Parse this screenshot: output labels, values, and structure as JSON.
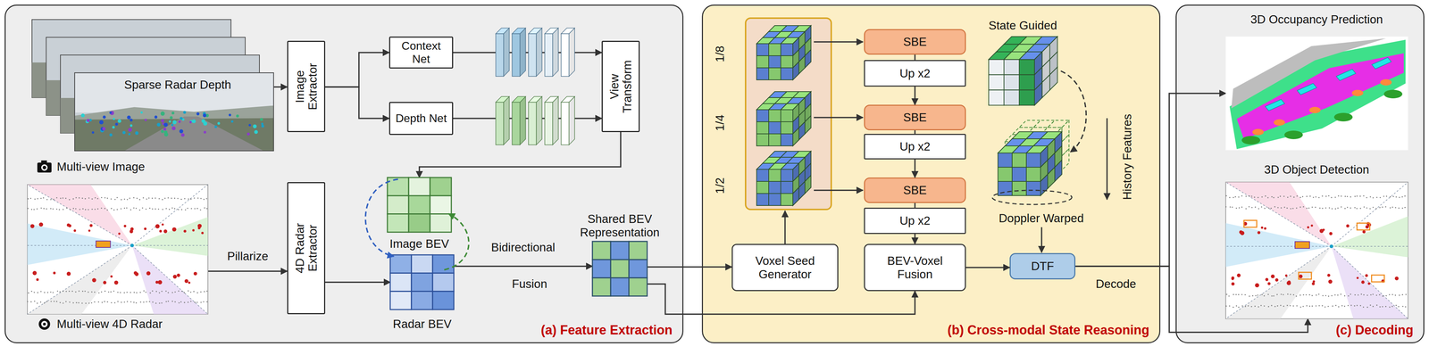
{
  "diagram": {
    "nodes": [
      {
        "text": [
          "(a) Feature Extraction"
        ]
      },
      {
        "text": [
          "Sparse Radar Depth",
          "Multi-view Image"
        ],
        "in": 0
      },
      {
        "text": [
          "Multi-view 4D Radar"
        ],
        "in": 0
      },
      {
        "text": [
          "Image Extractor"
        ],
        "in": 0
      },
      {
        "text": [
          "Context Net"
        ],
        "in": 0
      },
      {
        "text": [
          "Depth Net"
        ],
        "in": 0
      },
      {
        "text": [
          "View Transform"
        ],
        "in": 0
      },
      {
        "text": [
          "4D Radar Extractor"
        ],
        "in": 0
      },
      {
        "text": [
          "Image BEV"
        ],
        "in": 0
      },
      {
        "text": [
          "Radar BEV"
        ],
        "in": 0
      },
      {
        "text": [
          "Shared BEV Representation"
        ],
        "in": 0
      },
      {
        "text": [
          "(b) Cross-modal State Reasoning"
        ]
      },
      {
        "text": [
          "SBE"
        ],
        "in": 11
      },
      {
        "text": [
          "Up x2"
        ],
        "in": 11
      },
      {
        "text": [
          "SBE"
        ],
        "in": 11
      },
      {
        "text": [
          "Up x2"
        ],
        "in": 11
      },
      {
        "text": [
          "SBE"
        ],
        "in": 11
      },
      {
        "text": [
          "Up x2"
        ],
        "in": 11
      },
      {
        "text": [
          "Voxel Seed Generator"
        ],
        "in": 11
      },
      {
        "text": [
          "BEV-Voxel Fusion"
        ],
        "in": 11
      },
      {
        "text": [
          "DTF"
        ],
        "in": 11
      },
      {
        "text": [
          "(c) Decoding"
        ]
      },
      {
        "text": [
          "3D Occupancy Prediction"
        ],
        "in": 21
      },
      {
        "text": [
          "3D Object Detection"
        ],
        "in": 21
      }
    ],
    "edges": [
      {
        "from": 1,
        "to": 3,
        "arrow": "to"
      },
      {
        "from": 2,
        "to": 7,
        "arrow": "to"
      },
      {
        "from": 3,
        "to": 4,
        "arrow": "to"
      },
      {
        "from": 3,
        "to": 5,
        "arrow": "to"
      },
      {
        "from": 4,
        "to": 6,
        "arrow": "to"
      },
      {
        "from": 5,
        "to": 6,
        "arrow": "to"
      },
      {
        "from": 6,
        "to": 8,
        "arrow": "to"
      },
      {
        "from": 7,
        "to": 9,
        "arrow": "to"
      },
      {
        "from": 9,
        "to": 10,
        "arrow": "to"
      },
      {
        "from": 10,
        "to": 18,
        "arrow": "to"
      },
      {
        "from": 10,
        "to": 19,
        "arrow": "to"
      },
      {
        "from": 12,
        "to": 13,
        "arrow": "none"
      },
      {
        "from": 13,
        "to": 14,
        "arrow": "to"
      },
      {
        "from": 14,
        "to": 15,
        "arrow": "none"
      },
      {
        "from": 15,
        "to": 16,
        "arrow": "to"
      },
      {
        "from": 16,
        "to": 17,
        "arrow": "none"
      },
      {
        "from": 17,
        "to": 19,
        "arrow": "to"
      },
      {
        "from": 19,
        "to": 20,
        "arrow": "to"
      },
      {
        "from": 20,
        "to": 22,
        "arrow": "to"
      },
      {
        "from": 20,
        "to": 23,
        "arrow": "to"
      }
    ],
    "labels": [
      "Pillarize",
      "Bidirectional",
      "Fusion",
      "1/8",
      "1/4",
      "1/2",
      "State Guided",
      "History Features",
      "Doppler Warped",
      "Decode"
    ]
  }
}
